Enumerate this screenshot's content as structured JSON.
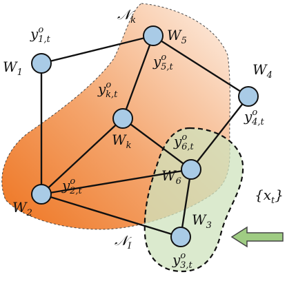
{
  "diagram": {
    "regions": [
      {
        "id": "nk",
        "label_main": "𝒩",
        "label_sub": "k",
        "color": "#f07a23"
      },
      {
        "id": "ni",
        "label_main": "𝒩",
        "label_sub": "I",
        "color": "#c9dfb5"
      }
    ],
    "nodes": [
      {
        "id": "w1",
        "name": "W",
        "name_sub": "1",
        "y": "y",
        "y_sup": "o",
        "y_sub": "1,t"
      },
      {
        "id": "w5",
        "name": "W",
        "name_sub": "5",
        "y": "y",
        "y_sup": "o",
        "y_sub": "5,t"
      },
      {
        "id": "wk",
        "name": "W",
        "name_sub": "k",
        "y": "y",
        "y_sup": "o",
        "y_sub": "k,t"
      },
      {
        "id": "w4",
        "name": "W",
        "name_sub": "4",
        "y": "y",
        "y_sup": "o",
        "y_sub": "4,t"
      },
      {
        "id": "w6",
        "name": "W",
        "name_sub": "6",
        "y": "y",
        "y_sup": "o",
        "y_sub": "6,t"
      },
      {
        "id": "w2",
        "name": "W",
        "name_sub": "2",
        "y": "y",
        "y_sup": "o",
        "y_sub": "2,t"
      },
      {
        "id": "w3",
        "name": "W",
        "name_sub": "3",
        "y": "y",
        "y_sup": "o",
        "y_sub": "3,t"
      }
    ],
    "edges": [
      [
        "w1",
        "w5"
      ],
      [
        "w1",
        "w2"
      ],
      [
        "w5",
        "wk"
      ],
      [
        "w5",
        "w4"
      ],
      [
        "wk",
        "w2"
      ],
      [
        "wk",
        "w6"
      ],
      [
        "w4",
        "w6"
      ],
      [
        "w6",
        "w2"
      ],
      [
        "w6",
        "w3"
      ],
      [
        "w2",
        "w3"
      ]
    ],
    "input": {
      "label": "{x",
      "label_sub": "t",
      "label_close": "}",
      "arrow_color": "#9fcc83"
    }
  }
}
